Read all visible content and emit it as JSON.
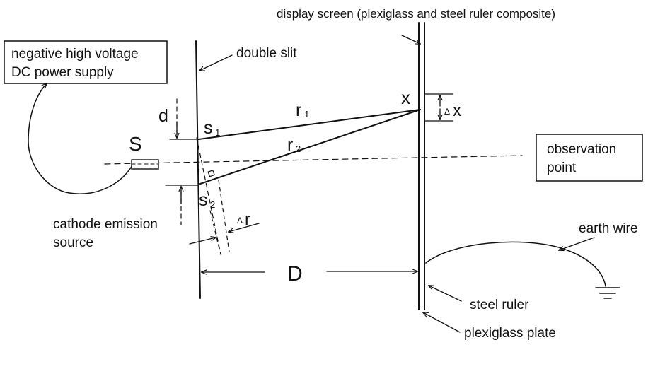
{
  "labels": {
    "display_screen": "display screen (plexiglass and steel ruler composite)",
    "power_supply_line1": "negative high voltage",
    "power_supply_line2": "DC power supply",
    "double_slit": "double slit",
    "d": "d",
    "s1": "s",
    "s1_sub": "1",
    "s2": "s",
    "s2_sub": "2",
    "source": "S",
    "r1": "r",
    "r1_sub": "1",
    "r2": "r",
    "r2_sub": "2",
    "x": "x",
    "delta_x_sym": "Δ",
    "delta_x_var": "x",
    "delta_r_sym": "Δ",
    "delta_r_var": "r",
    "observation_line1": "observation",
    "observation_line2": "point",
    "cathode_line1": "cathode emission",
    "cathode_line2": "source",
    "distance": "D",
    "earth_wire": "earth wire",
    "steel_ruler": "steel ruler",
    "plexiglass_plate": "plexiglass plate"
  },
  "colors": {
    "ink": "#111111",
    "background": "#ffffff"
  }
}
